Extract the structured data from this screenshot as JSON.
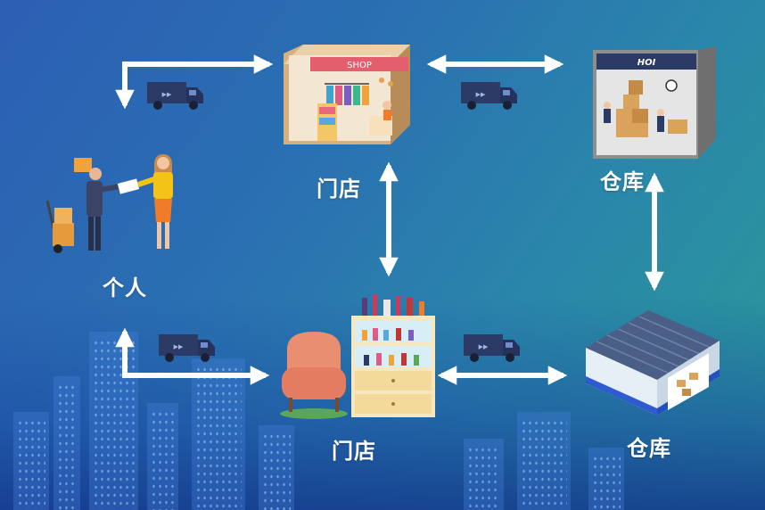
{
  "colors": {
    "background_start": "#2d5fb4",
    "background_end": "#2a9b97",
    "arrow": "#ffffff",
    "truck_body": "#2c3a66",
    "truck_cab": "#25335c"
  },
  "nodes": {
    "person": {
      "label": "个人",
      "icon": "person-handoff-icon"
    },
    "store_top": {
      "label": "门店",
      "sign": "SHOP",
      "icon": "shop-box-icon"
    },
    "warehouse_top": {
      "label": "仓库",
      "icon": "warehouse-workers-icon"
    },
    "store_bottom": {
      "label": "门店",
      "icon": "cosmetics-shelf-icon"
    },
    "warehouse_bottom": {
      "label": "仓库",
      "icon": "warehouse-building-icon"
    }
  },
  "trucks": [
    {
      "id": "truck-person-store",
      "icon": "delivery-truck-icon"
    },
    {
      "id": "truck-store-warehouse-top",
      "icon": "delivery-truck-icon"
    },
    {
      "id": "truck-person-store-bottom",
      "icon": "delivery-truck-icon"
    },
    {
      "id": "truck-store-warehouse-bottom",
      "icon": "delivery-truck-icon"
    }
  ]
}
